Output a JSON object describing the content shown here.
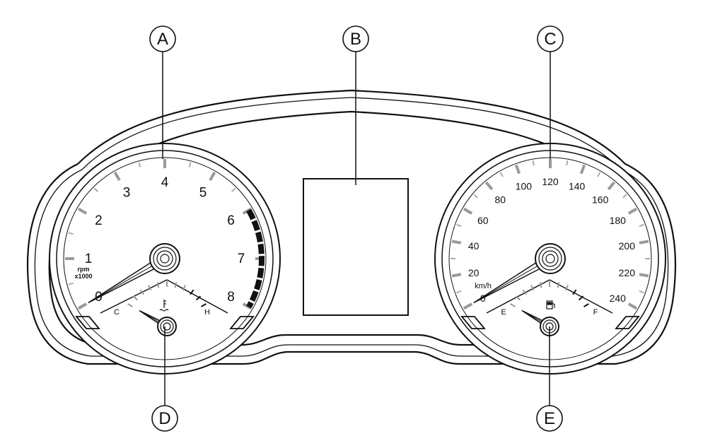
{
  "callouts": [
    {
      "id": "A",
      "label": "A"
    },
    {
      "id": "B",
      "label": "B"
    },
    {
      "id": "C",
      "label": "C"
    },
    {
      "id": "D",
      "label": "D"
    },
    {
      "id": "E",
      "label": "E"
    }
  ],
  "tachometer": {
    "scale_labels": [
      "0",
      "1",
      "2",
      "3",
      "4",
      "5",
      "6",
      "7",
      "8"
    ],
    "unit_line1": "rpm",
    "unit_line2": "x1000",
    "max": 8,
    "redzone_from": 6,
    "needle_value": 0
  },
  "speedometer": {
    "scale_labels": [
      "0",
      "20",
      "40",
      "60",
      "80",
      "100",
      "120",
      "140",
      "160",
      "180",
      "200",
      "220",
      "240"
    ],
    "unit": "km/h",
    "max": 240,
    "needle_value": 0
  },
  "temperature_gauge": {
    "low_label": "C",
    "high_label": "H",
    "icon": "coolant-temperature-icon",
    "needle_value": 0
  },
  "fuel_gauge": {
    "low_label": "E",
    "high_label": "F",
    "icon": "fuel-pump-icon",
    "needle_value": 0
  },
  "display_screen": {
    "content": ""
  }
}
